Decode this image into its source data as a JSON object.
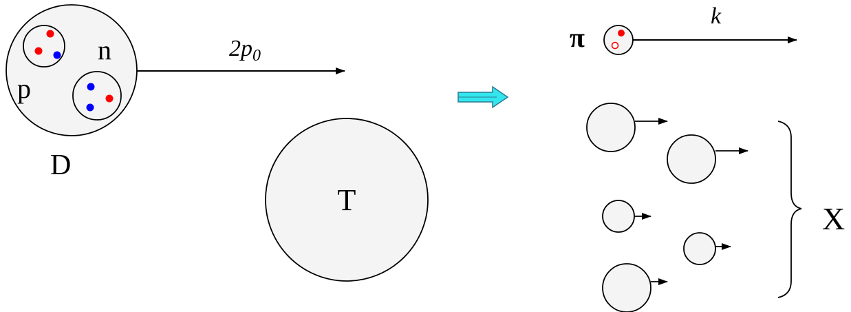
{
  "labels": {
    "deuteron": "D",
    "proton": "p",
    "neutron": "n",
    "target": "T",
    "pion": "π",
    "momentum_incoming_prefix": "2p",
    "momentum_incoming_sub": "0",
    "momentum_pion": "k",
    "fragments": "X"
  },
  "colors": {
    "up_quark": "#ff0000",
    "down_quark": "#0000ff",
    "transition_arrow": "#33e6ee",
    "nucleon_fill": "#f4f4f4",
    "stroke": "#000000"
  },
  "icons": {
    "transition": "double-arrow-right-icon"
  }
}
